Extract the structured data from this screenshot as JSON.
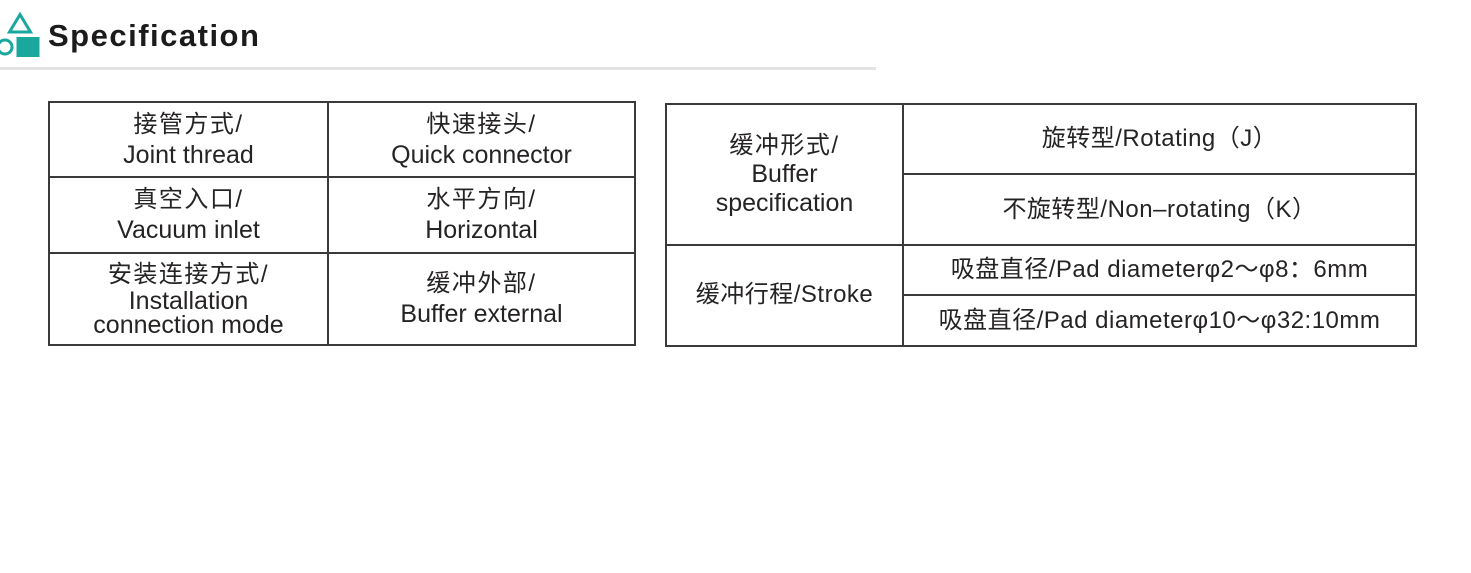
{
  "colors": {
    "accent": "#1aa79e",
    "border": "#3c3939",
    "text": "#262323",
    "divider": "#e3e3e3",
    "title": "#1c1a1a"
  },
  "header": {
    "title": "Specification",
    "icon": "geometric-shapes-icon"
  },
  "spec_left_table": {
    "rows": [
      {
        "param": [
          "接管方式/",
          "Joint thread"
        ],
        "value": [
          "快速接头/",
          "Quick connector"
        ]
      },
      {
        "param": [
          "真空入口/",
          "Vacuum inlet"
        ],
        "value": [
          "水平方向/",
          "Horizontal"
        ]
      },
      {
        "param": [
          "安装连接方式/",
          "Installation",
          "connection mode"
        ],
        "value": [
          "缓冲外部/",
          "Buffer external"
        ]
      }
    ]
  },
  "spec_right_table": {
    "groups": [
      {
        "param": [
          "缓冲形式/",
          "Buffer",
          "specification"
        ],
        "options": [
          "旋转型/Rotating（J）",
          "不旋转型/Non–rotating（K）"
        ]
      },
      {
        "param": [
          "缓冲行程/Stroke"
        ],
        "options": [
          "吸盘直径/Pad diameterφ2～φ8：6mm",
          "吸盘直径/Pad diameterφ10～φ32:10mm"
        ]
      }
    ]
  }
}
